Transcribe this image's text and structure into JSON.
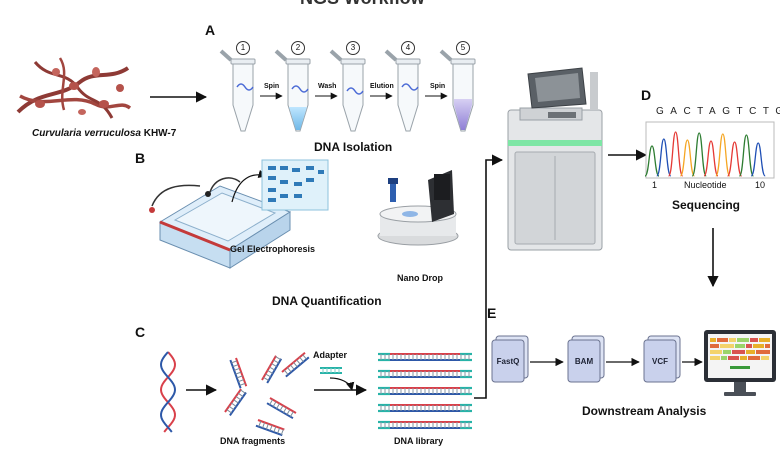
{
  "header": {
    "title_partial": "NGS Workflow"
  },
  "panels": {
    "a": "A",
    "b": "B",
    "c": "C",
    "d": "D",
    "e": "E"
  },
  "organism": {
    "genus_species": "Curvularia verruculosa",
    "strain": "KHW-7"
  },
  "isolation": {
    "step_numbers": [
      "1",
      "2",
      "3",
      "4",
      "5"
    ],
    "step_labels": [
      "Spin",
      "Wash",
      "Elution",
      "Spin"
    ],
    "caption": "DNA Isolation"
  },
  "quantification": {
    "gel_label": "Gel Electrophoresis",
    "nanodrop_label": "Nano Drop",
    "caption": "DNA Quantification"
  },
  "library": {
    "adapter_label": "Adapter",
    "fragments_label": "DNA fragments",
    "library_label": "DNA library"
  },
  "sequencing": {
    "sequence": "GACTAGTCTG",
    "axis_start": "1",
    "axis_label": "Nucleotide",
    "axis_end": "10",
    "caption": "Sequencing",
    "peak_colors": [
      "#2e7d32",
      "#1f4fb5",
      "#e53935",
      "#f5a623",
      "#2e7d32",
      "#e53935",
      "#f5a623",
      "#e53935",
      "#2e7d32",
      "#1f4fb5"
    ]
  },
  "analysis": {
    "files": [
      "FastQ",
      "BAM",
      "VCF"
    ],
    "caption": "Downstream Analysis"
  },
  "colors": {
    "arrow": "#111111",
    "dna_red": "#d9404a",
    "dna_blue": "#2d58a8",
    "fungus": "#8e3a35",
    "sequencer_accent": "#7ee6a5",
    "file_fill": "#c9d1ec"
  }
}
